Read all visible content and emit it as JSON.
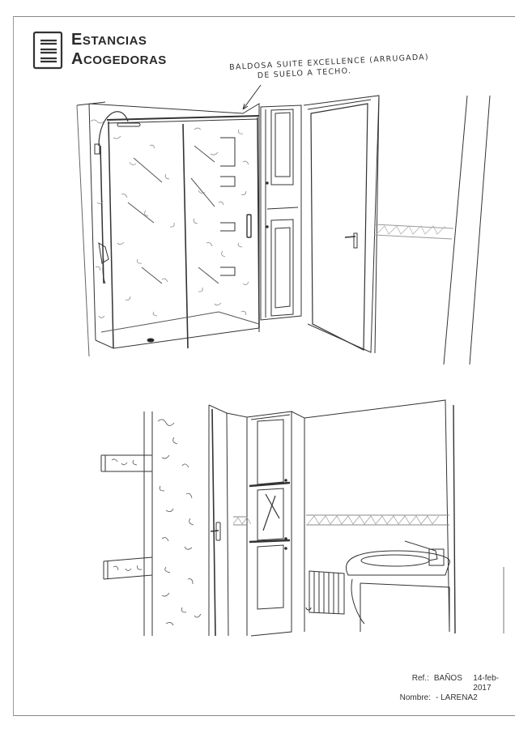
{
  "company": {
    "line1_initial": "E",
    "line1_rest": "STANCIAS",
    "line2_initial": "A",
    "line2_rest": "COGEDORAS"
  },
  "annotation": {
    "line1": "BALDOSA SUITE EXCELLENCE (ARRUGADA)",
    "line2": "DE SUELO A TECHO."
  },
  "drawings": [
    {
      "id": "top",
      "description": "Shower enclosure with sliding glass doors, tiled niches, tall cabinet and open door"
    },
    {
      "id": "bottom",
      "description": "Textured wall with shelves, door, tall cabinet, radiator and washbasin with faucet"
    }
  ],
  "reference": {
    "ref_label": "Ref.:",
    "ref_value": "BAÑOS",
    "date": "14-feb-2017",
    "name_label": "Nombre:",
    "name_value": "- LARENA2"
  },
  "colors": {
    "line": "#333333",
    "texture": "#777777",
    "frame": "#888888"
  }
}
